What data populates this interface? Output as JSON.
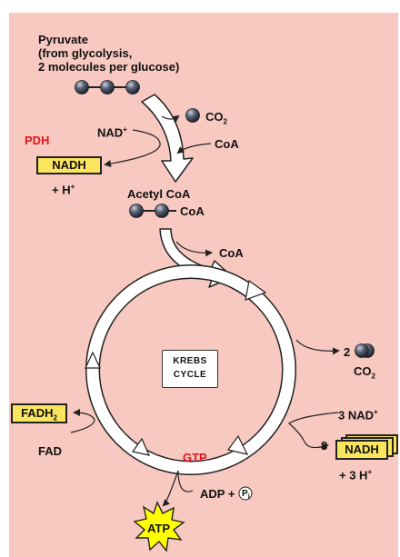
{
  "pyruvate": {
    "line1": "Pyruvate",
    "line2": "(from glycolysis,",
    "line3": "2 molecules per glucose)"
  },
  "pdh": "PDH",
  "nad_plus": {
    "text": "NAD",
    "sup": "+"
  },
  "co2_top": {
    "text": "CO",
    "sub": "2"
  },
  "coa_in": "CoA",
  "nadh_top": "NADH",
  "h_plus": {
    "text": "+ H",
    "sup": "+"
  },
  "acetyl_coa": {
    "label": "Acetyl CoA",
    "coa": "CoA"
  },
  "coa_out": "CoA",
  "krebs": {
    "line1": "KREBS",
    "line2": "CYCLE"
  },
  "co2_cycle": {
    "count": "2",
    "text": "CO",
    "sub": "2"
  },
  "nad3": {
    "text": "3 NAD",
    "sup": "+"
  },
  "nadh_cycle": {
    "count": "3",
    "label": "NADH"
  },
  "h3": {
    "text": "+ 3 H",
    "sup": "+"
  },
  "fadh2": {
    "text": "FADH",
    "sub": "2"
  },
  "fad": "FAD",
  "gtp": "GTP",
  "adp": {
    "text": "ADP +",
    "pi": "P",
    "pi_sub": "i"
  },
  "atp": "ATP",
  "colors": {
    "background": "#f8c9c0",
    "accent_red": "#e0141c",
    "box_yellow": "#fbe55e",
    "molecule": "#3b4150",
    "atp_star": "#ffff00"
  }
}
